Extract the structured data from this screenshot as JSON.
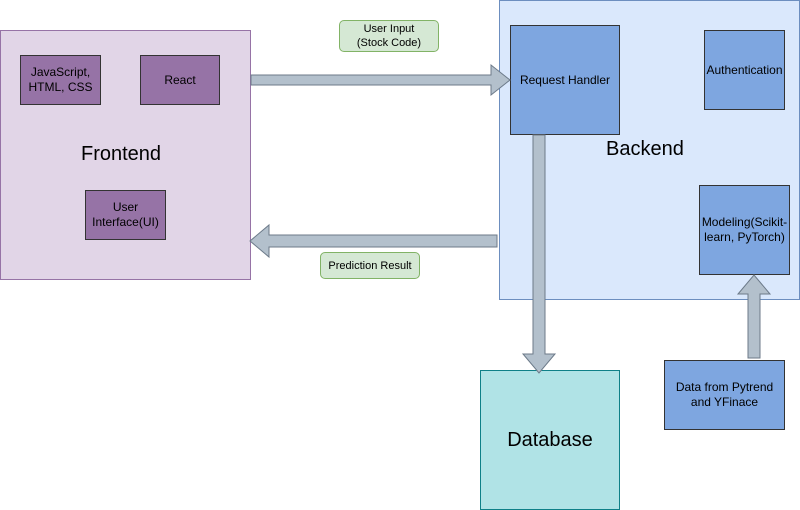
{
  "frontend": {
    "title": "Frontend",
    "tech": "JavaScript,\nHTML, CSS",
    "react": "React",
    "ui": "User\nInterface(UI)"
  },
  "backend": {
    "title": "Backend",
    "request_handler": "Request Handler",
    "authentication": "Authentication",
    "modeling": "Modeling(Scikit-\nlearn, PyTorch)"
  },
  "database": {
    "title": "Database"
  },
  "data_source": "Data from Pytrend\nand YFinace",
  "labels": {
    "user_input": "User Input\n(Stock Code)",
    "prediction_result": "Prediction Result"
  },
  "colors": {
    "frontend_fill": "#e1d5e7",
    "backend_fill": "#dae8fc",
    "purple_box": "#9673a6",
    "blue_box": "#7ea6e0",
    "database_fill": "#b0e3e6",
    "label_fill": "#d5e8d4",
    "arrow_fill": "#b3c0cc"
  }
}
